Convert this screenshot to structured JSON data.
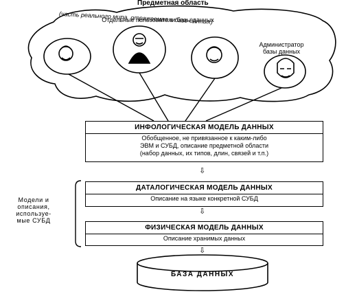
{
  "subject_area": {
    "title": "Предметная область",
    "subtitle": "(часть реального мира, отражаемая в базе данных)"
  },
  "actors": {
    "users_label": "Отдельные пользователи базы данных",
    "admin_label": "Администратор базы данных"
  },
  "infological": {
    "title": "ИНФОЛОГИЧЕСКАЯ МОДЕЛЬ ДАННЫХ",
    "lines": [
      "Обобщенное, не привязанное к каким-либо",
      "ЭВМ и СУБД, описание предметной области",
      "(набор данных, их типов, длин, связей и т.п.)"
    ]
  },
  "datalogical": {
    "title": "ДАТАЛОГИЧЕСКАЯ МОДЕЛЬ ДАННЫХ",
    "description": "Описание на языке конкретной СУБД"
  },
  "physical": {
    "title": "ФИЗИЧЕСКАЯ МОДЕЛЬ ДАННЫХ",
    "description": "Описание хранимых данных"
  },
  "side_label": {
    "lines": [
      "Модели и",
      "описания,",
      "используе-",
      "мые СУБД"
    ]
  },
  "database": {
    "label": "БАЗА ДАННЫХ"
  },
  "icons": {
    "arrow_down": "⇩",
    "person": "person-icon",
    "cloud": "cloud-icon",
    "cylinder": "database-icon"
  }
}
